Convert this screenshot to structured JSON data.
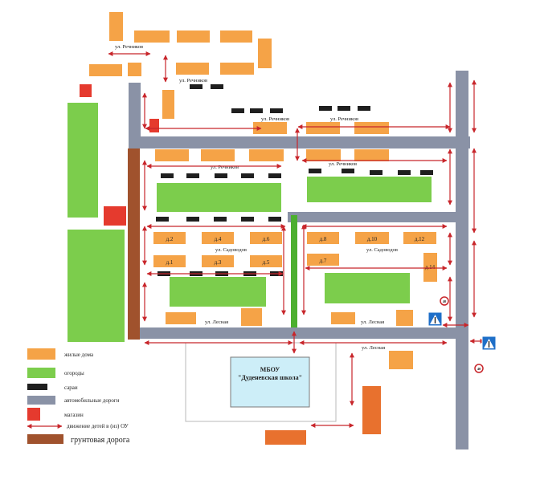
{
  "colors": {
    "house": "#f5a347",
    "house_dark": "#e8712e",
    "garden": "#7ccd4c",
    "shed": "#1f1f1f",
    "road": "#8a92a6",
    "shop": "#e53a2e",
    "dirt_road": "#a0522d",
    "arrow": "#c8262b",
    "school_fill": "#cdeef8",
    "school_border": "#7a7a7a"
  },
  "streets": {
    "rechnikov": "ул. Речников",
    "sadovodov": "ул. Садоводов",
    "lesnaya": "ул. Лесная"
  },
  "houses": {
    "d2": "д.2",
    "d4": "д.4",
    "d6": "д.6",
    "d8": "д.8",
    "d10": "д.10",
    "d12": "д.12",
    "d1": "д.1",
    "d3": "д.3",
    "d5": "д.5",
    "d7": "д.7",
    "d14": "д.14"
  },
  "school": {
    "line1": "МБОУ",
    "line2": "\"Дуденевская школа\""
  },
  "signs": {
    "speed": "40"
  },
  "legend": {
    "houses": "жилые дома",
    "gardens": "огороды",
    "sheds": "сараи",
    "roads": "автомобильные дороги",
    "shops": "магазин",
    "movement": "движение детей в (из) ОУ",
    "dirt_road": "грунтовая дорога"
  }
}
